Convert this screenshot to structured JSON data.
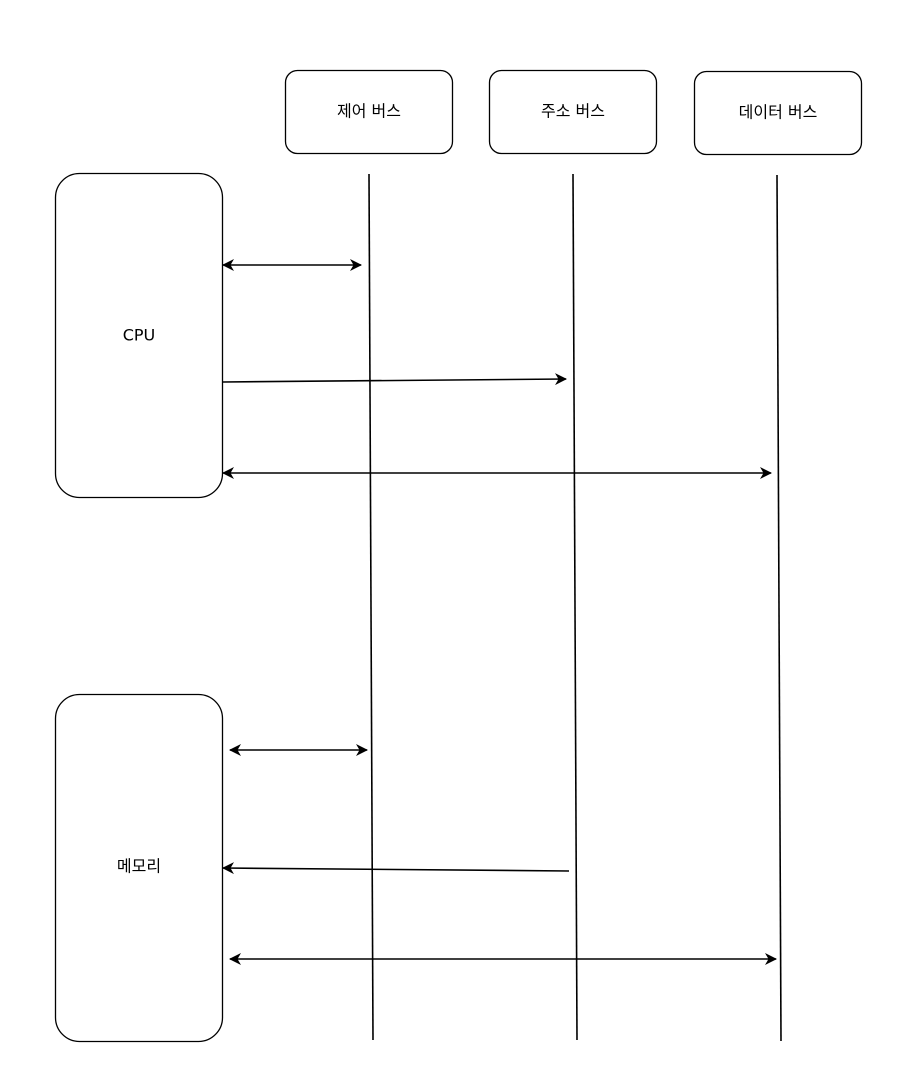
{
  "diagram": {
    "nodes": {
      "control_bus": "제어 버스",
      "address_bus": "주소 버스",
      "data_bus": "데이터 버스",
      "cpu": "CPU",
      "memory": "메모리"
    },
    "colors": {
      "stroke": "#000000",
      "fill": "#ffffff"
    }
  }
}
